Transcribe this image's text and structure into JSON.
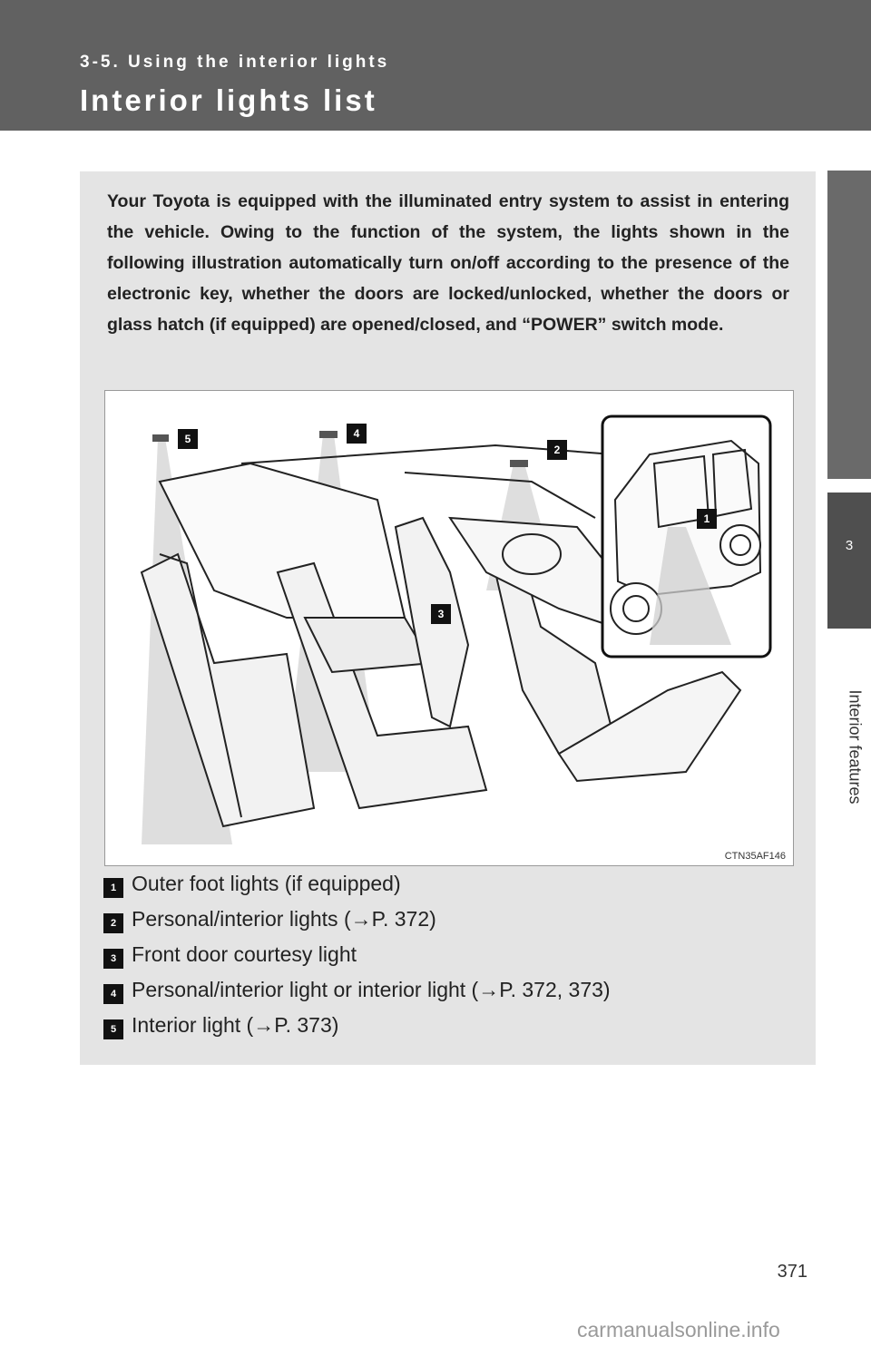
{
  "header": {
    "section_label": "3-5. Using the interior lights",
    "title": "Interior lights list"
  },
  "side_tab": {
    "chapter_number": "3",
    "chapter_label": "Interior features"
  },
  "intro_text": "Your Toyota is equipped with the illuminated entry system to assist in entering the vehicle. Owing to the function of the system, the lights shown in the following illustration automatically turn on/off according to the presence of the electronic key, whether the doors are locked/unlocked, whether the doors or glass hatch (if equipped) are opened/closed, and “POWER” switch mode.",
  "illustration": {
    "code": "CTN35AF146",
    "callouts": [
      "1",
      "2",
      "3",
      "4",
      "5"
    ]
  },
  "legend": [
    {
      "marker": "1",
      "text": "Outer foot lights (if equipped)"
    },
    {
      "marker": "2",
      "text": "Personal/interior lights (→P. 372)"
    },
    {
      "marker": "3",
      "text": "Front door courtesy light"
    },
    {
      "marker": "4",
      "text": "Personal/interior light or interior light (→P. 372, 373)"
    },
    {
      "marker": "5",
      "text": "Interior light (→P. 373)"
    }
  ],
  "page_number": "371",
  "watermark": "carmanualsonline.info"
}
